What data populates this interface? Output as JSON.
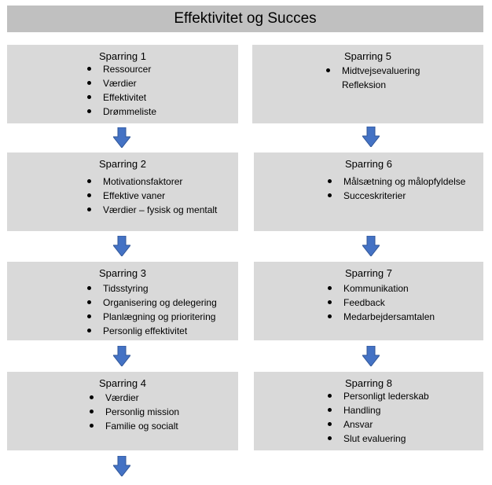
{
  "title": "Effektivitet og Succes",
  "colors": {
    "box": "#d9d9d9",
    "title_bar": "#c0c0c0",
    "arrow": "#4472c4"
  },
  "left": [
    {
      "title": "Sparring 1",
      "items": [
        "Ressourcer",
        "Værdier",
        "Effektivitet",
        "Drømmeliste"
      ]
    },
    {
      "title": "Sparring 2",
      "items": [
        "Motivationsfaktorer",
        "Effektive vaner",
        "Værdier – fysisk og mentalt"
      ]
    },
    {
      "title": "Sparring 3",
      "items": [
        "Tidsstyring",
        "Organisering og delegering",
        "Planlægning og prioritering",
        "Personlig effektivitet"
      ]
    },
    {
      "title": "Sparring 4",
      "items": [
        "Værdier",
        "Personlig mission",
        "Familie og socialt"
      ]
    }
  ],
  "right": [
    {
      "title": "Sparring 5",
      "items": [
        "Midtvejsevaluering",
        "Refleksion"
      ]
    },
    {
      "title": "Sparring 6",
      "items": [
        "Målsætning og målopfyldelse",
        "Succeskriterier"
      ]
    },
    {
      "title": "Sparring 7",
      "items": [
        "Kommunikation",
        "Feedback",
        "Medarbejdersamtalen"
      ]
    },
    {
      "title": "Sparring 8",
      "items": [
        "Personligt lederskab",
        "Handling",
        "Ansvar",
        "Slut evaluering"
      ]
    }
  ]
}
